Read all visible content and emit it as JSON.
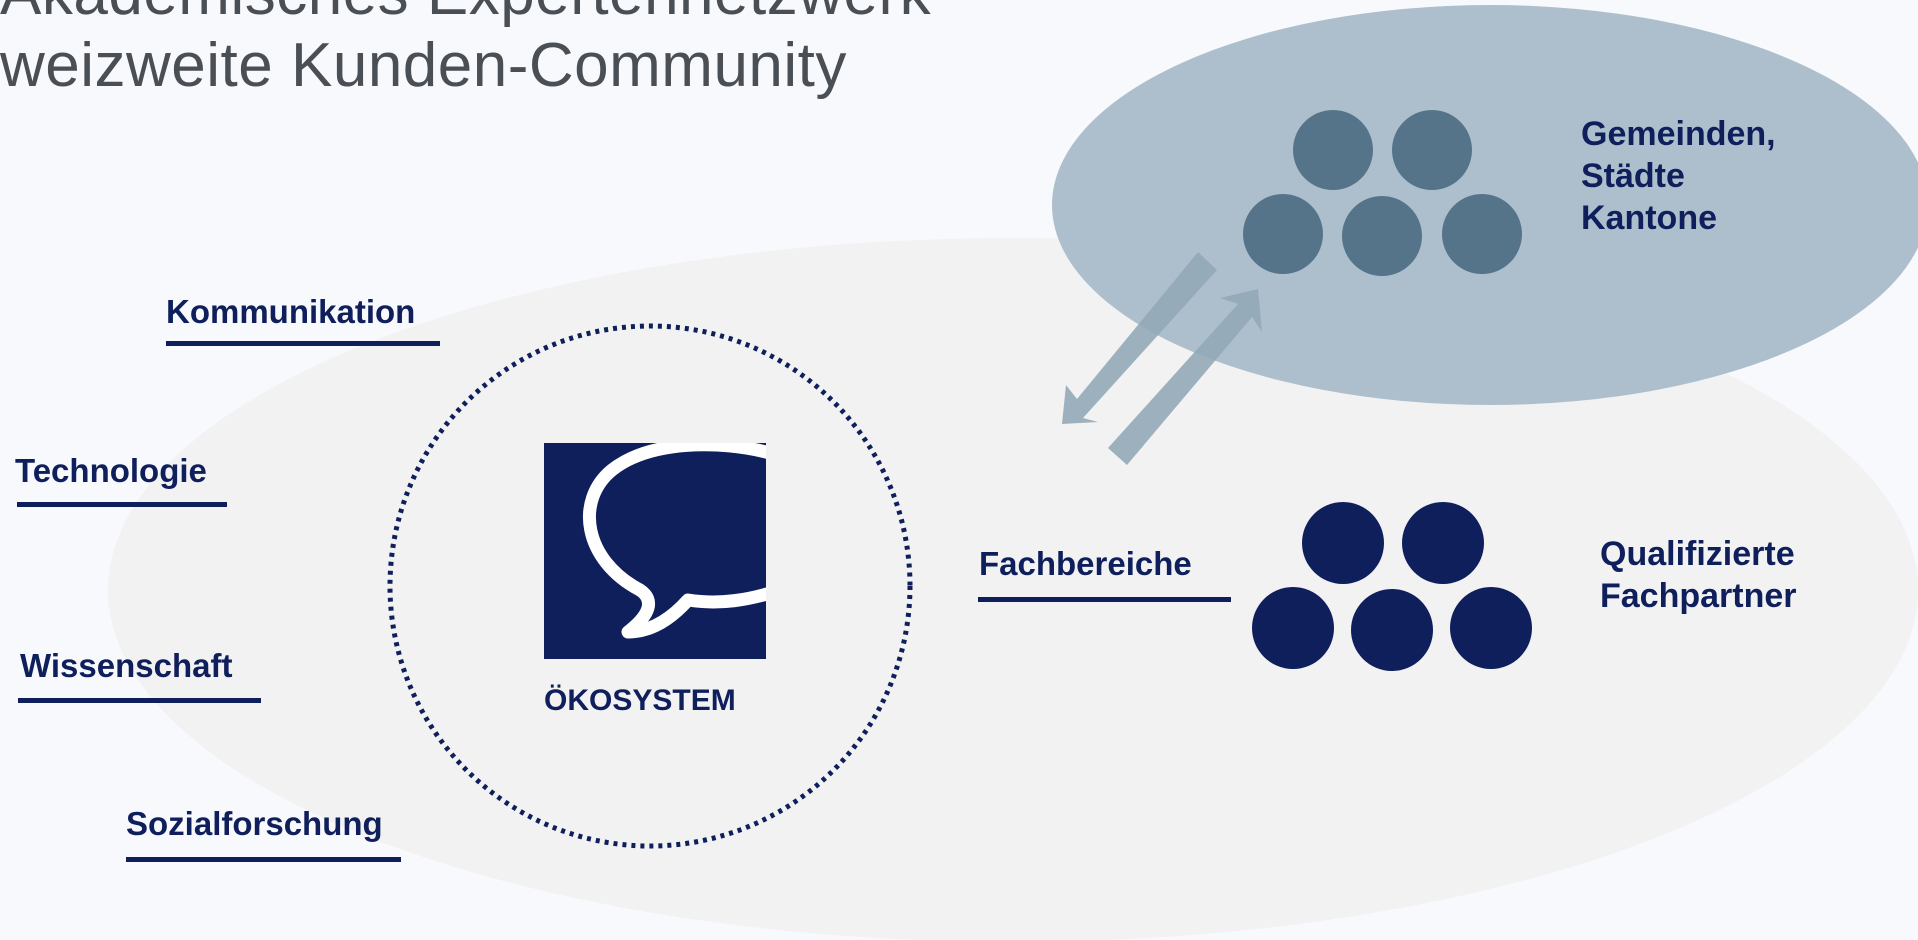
{
  "title": {
    "line1": "Akademisches Expertennetzwerk",
    "line2": "weizweite Kunden-Community"
  },
  "topics": [
    "Kommunikation",
    "Technologie",
    "Wissenschaft",
    "Sozialforschung",
    "Fachbereiche"
  ],
  "center": {
    "label": "ÖKOSYSTEM",
    "icon": "speech-bubble-icon"
  },
  "groups": {
    "government": {
      "line1": "Gemeinden,",
      "line2": "Städte",
      "line3": "Kantone"
    },
    "partners": {
      "line1": "Qualifizierte",
      "line2": "Fachpartner"
    }
  },
  "colors": {
    "navy": "#0f1f5c",
    "slate_blue": "#adbfcc",
    "slate_dot": "#557489",
    "ecosystem_bg": "#f2f2f2",
    "arrow": "#94a9b8",
    "title_text": "#4a4f55"
  }
}
